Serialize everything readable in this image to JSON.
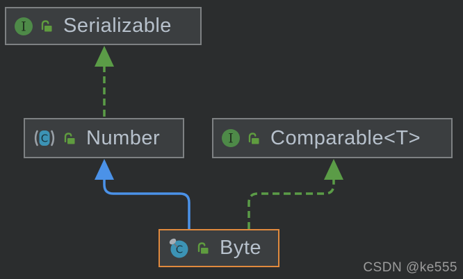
{
  "diagram": {
    "type": "class-hierarchy",
    "nodes": {
      "serializable": {
        "label": "Serializable",
        "kind": "interface",
        "visibility": "public",
        "selected": false
      },
      "number": {
        "label": "Number",
        "kind": "abstract-class",
        "visibility": "public",
        "selected": false
      },
      "comparable": {
        "label": "Comparable<T>",
        "kind": "interface",
        "visibility": "public",
        "selected": false
      },
      "byte": {
        "label": "Byte",
        "kind": "final-class",
        "visibility": "public",
        "selected": true
      }
    },
    "edges": [
      {
        "from": "Number",
        "to": "Serializable",
        "type": "implements",
        "style": "dashed",
        "color": "#5B9C47"
      },
      {
        "from": "Byte",
        "to": "Number",
        "type": "extends",
        "style": "solid",
        "color": "#4B92E8"
      },
      {
        "from": "Byte",
        "to": "Comparable<T>",
        "type": "implements",
        "style": "dashed",
        "color": "#5B9C47"
      }
    ],
    "icons": {
      "interface_letter": "I",
      "class_letter": "C"
    }
  },
  "watermark": {
    "text": "CSDN @ke555"
  },
  "colors": {
    "background": "#2B2D2E",
    "node_fill": "#3B3E40",
    "node_border": "#7E8183",
    "selected_border": "#E18A3E",
    "edge_extends": "#4B92E8",
    "edge_implements": "#5B9C47",
    "interface_icon": "#4E8A48",
    "class_icon": "#3C93B5",
    "lock_icon": "#5F9C3F",
    "label_text": "#B7C1CC",
    "watermark_text": "#9C9C9C"
  }
}
